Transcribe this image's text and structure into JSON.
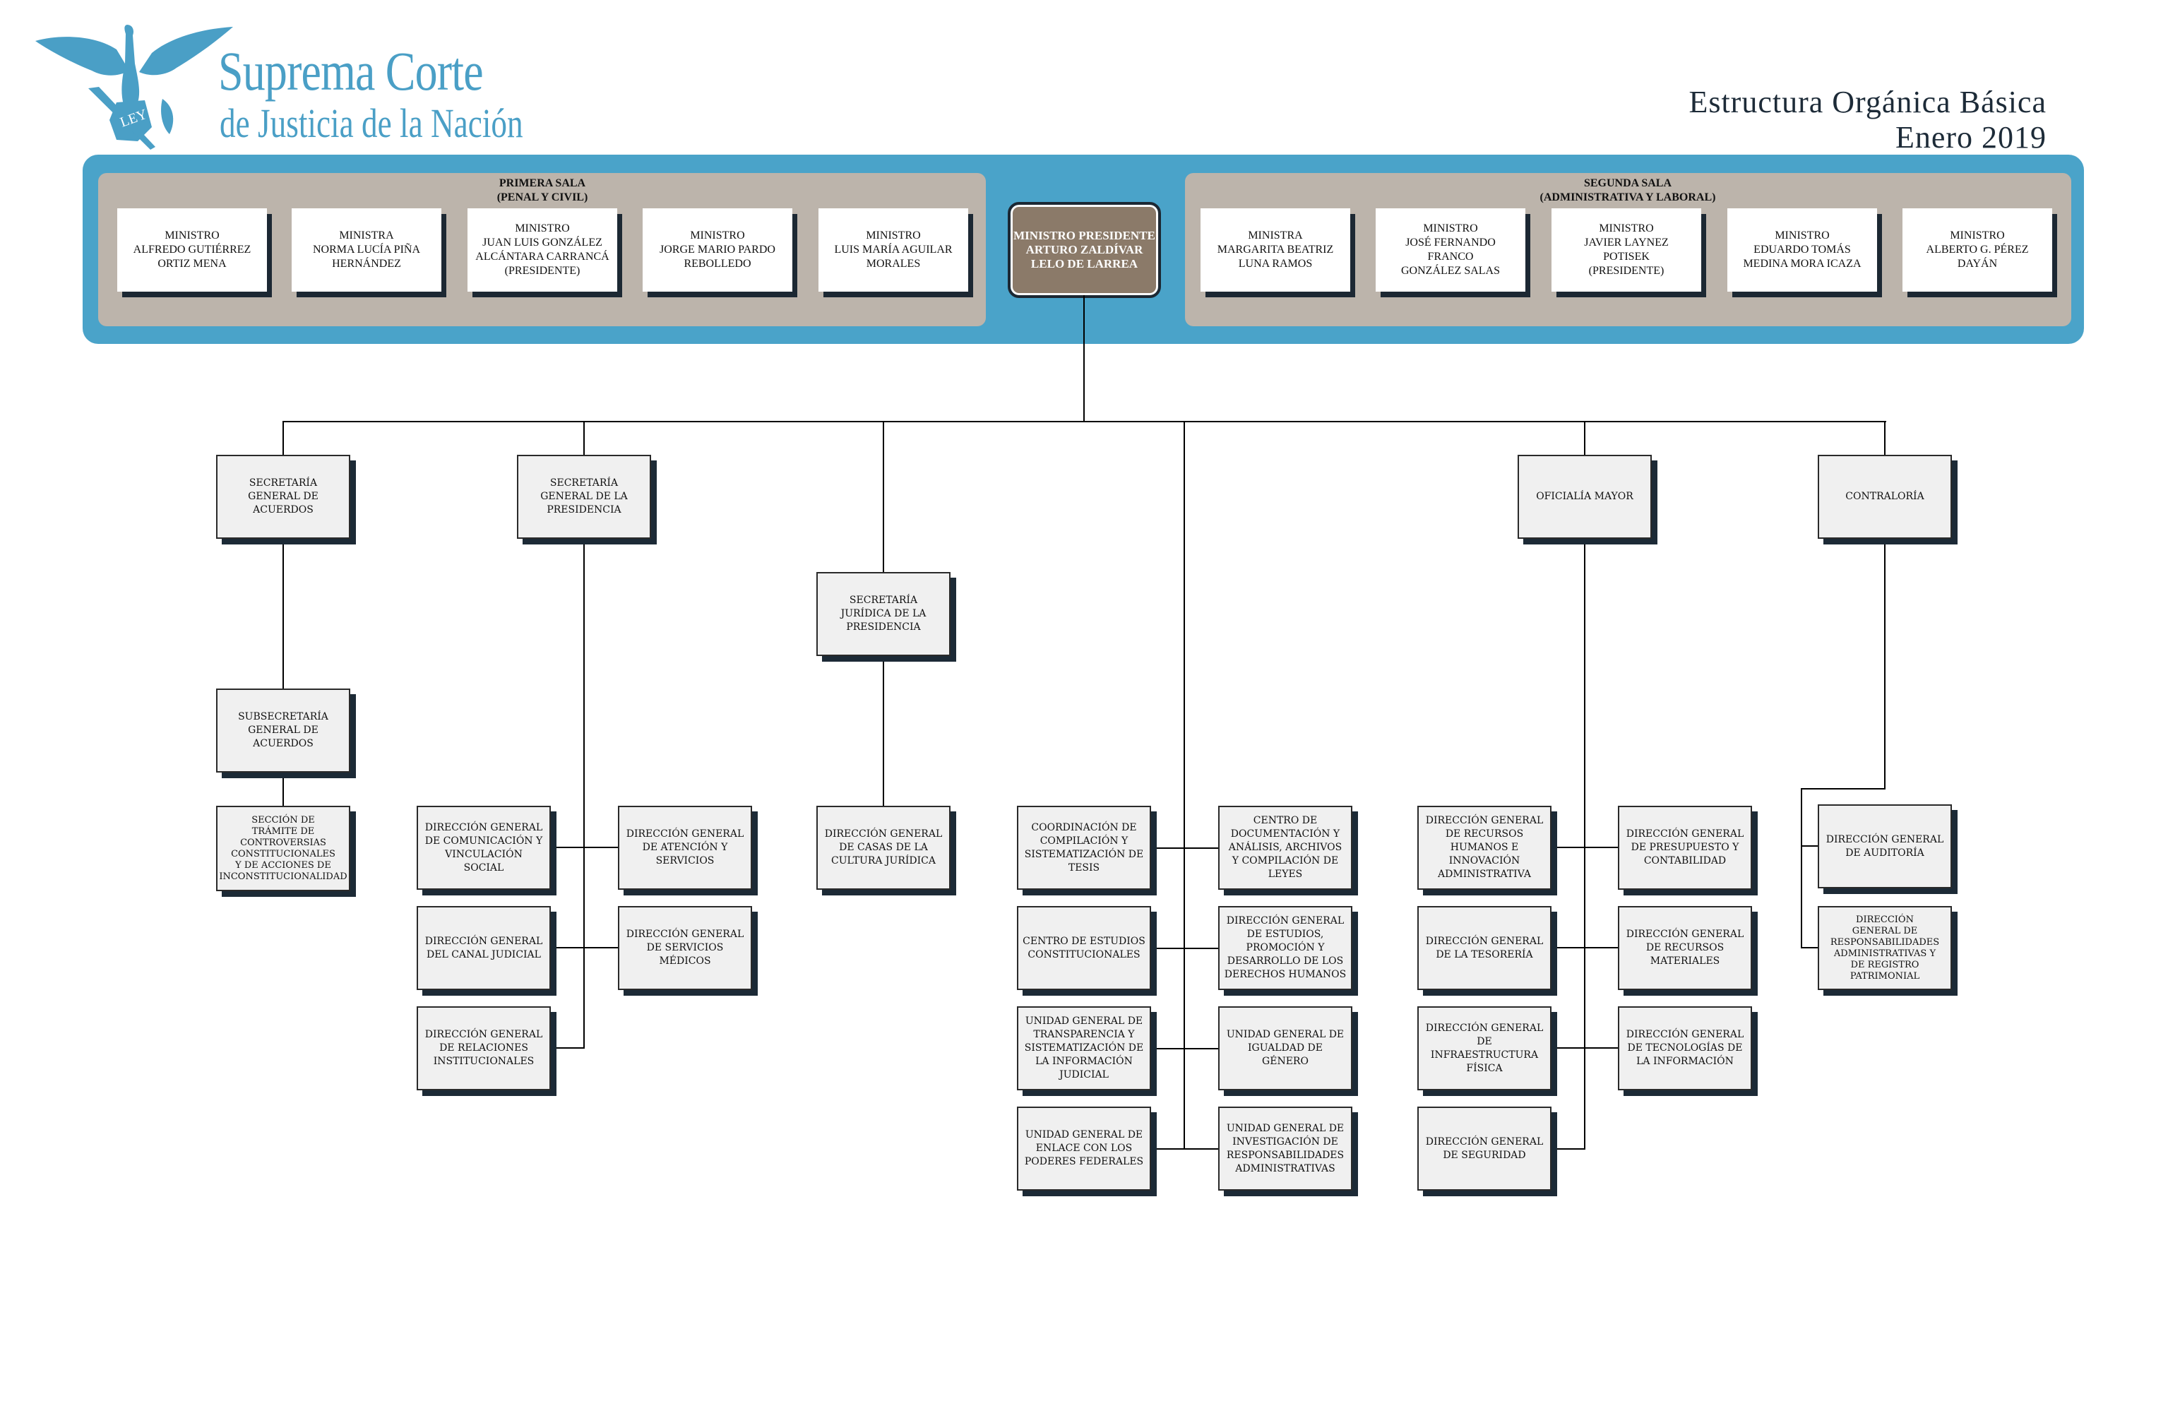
{
  "header": {
    "brand_line1": "Suprema Corte",
    "brand_line2": "de Justicia de la Nación",
    "logo_icon": "eagle-emblem-icon",
    "title_line1": "Estructura Orgánica Básica",
    "title_line2": "Enero 2019"
  },
  "colors": {
    "brand_blue": "#4aa3c9",
    "sala_panel": "#bcb4ab",
    "president_box": "#8b7a69",
    "unit_box": "#f0f0f0",
    "shadow": "#1c2a36"
  },
  "primera_sala": {
    "title": "PRIMERA SALA",
    "subtitle": "(PENAL Y CIVIL)",
    "members": [
      "MINISTRO\nALFREDO GUTIÉRREZ\nORTIZ MENA",
      "MINISTRA\nNORMA LUCÍA PIÑA\nHERNÁNDEZ",
      "MINISTRO\nJUAN LUIS GONZÁLEZ\nALCÁNTARA CARRANCÁ\n(PRESIDENTE)",
      "MINISTRO\nJORGE MARIO PARDO\nREBOLLEDO",
      "MINISTRO\nLUIS MARÍA AGUILAR\nMORALES"
    ]
  },
  "presidente": "MINISTRO PRESIDENTE\nARTURO ZALDÍVAR\nLELO DE LARREA",
  "segunda_sala": {
    "title": "SEGUNDA SALA",
    "subtitle": "(ADMINISTRATIVA Y LABORAL)",
    "members": [
      "MINISTRA\nMARGARITA BEATRIZ\nLUNA RAMOS",
      "MINISTRO\nJOSÉ FERNANDO\nFRANCO\nGONZÁLEZ SALAS",
      "MINISTRO\nJAVIER LAYNEZ\nPOTISEK\n(PRESIDENTE)",
      "MINISTRO\nEDUARDO TOMÁS\nMEDINA MORA ICAZA",
      "MINISTRO\nALBERTO G. PÉREZ\nDAYÁN"
    ]
  },
  "units": {
    "sga": {
      "name": "SECRETARÍA\nGENERAL DE\nACUERDOS",
      "subsecretaria": "SUBSECRETARÍA\nGENERAL DE\nACUERDOS",
      "seccion": "SECCIÓN DE\nTRÁMITE DE\nCONTROVERSIAS\nCONSTITUCIONALES\nY DE ACCIONES DE\nINCONSTITUCIONALIDAD"
    },
    "sgp": {
      "name": "SECRETARÍA\nGENERAL DE LA\nPRESIDENCIA",
      "left": [
        "DIRECCIÓN GENERAL\nDE COMUNICACIÓN Y\nVINCULACIÓN\nSOCIAL",
        "DIRECCIÓN GENERAL\nDEL CANAL JUDICIAL",
        "DIRECCIÓN GENERAL\nDE RELACIONES\nINSTITUCIONALES"
      ],
      "right": [
        "DIRECCIÓN GENERAL\nDE ATENCIÓN Y\nSERVICIOS",
        "DIRECCIÓN GENERAL\nDE SERVICIOS\nMÉDICOS"
      ]
    },
    "sjp": {
      "name": "SECRETARÍA\nJURÍDICA DE LA\nPRESIDENCIA",
      "child": "DIRECCIÓN GENERAL\nDE CASAS DE LA\nCULTURA JURÍDICA"
    },
    "presidency_direct": {
      "left": [
        "COORDINACIÓN DE\nCOMPILACIÓN Y\nSISTEMATIZACIÓN DE\nTESIS",
        "CENTRO DE ESTUDIOS\nCONSTITUCIONALES",
        "UNIDAD GENERAL DE\nTRANSPARENCIA Y\nSISTEMATIZACIÓN DE\nLA INFORMACIÓN\nJUDICIAL",
        "UNIDAD GENERAL DE\nENLACE CON LOS\nPODERES FEDERALES"
      ],
      "right": [
        "CENTRO DE\nDOCUMENTACIÓN Y\nANÁLISIS, ARCHIVOS\nY COMPILACIÓN DE\nLEYES",
        "DIRECCIÓN GENERAL\nDE ESTUDIOS,\nPROMOCIÓN Y\nDESARROLLO DE LOS\nDERECHOS HUMANOS",
        "UNIDAD GENERAL DE\nIGUALDAD DE\nGÉNERO",
        "UNIDAD GENERAL DE\nINVESTIGACIÓN DE\nRESPONSABILIDADES\nADMINISTRATIVAS"
      ]
    },
    "om": {
      "name": "OFICIALÍA MAYOR",
      "left": [
        "DIRECCIÓN GENERAL\nDE RECURSOS\nHUMANOS E\nINNOVACIÓN\nADMINISTRATIVA",
        "DIRECCIÓN GENERAL\nDE LA TESORERÍA",
        "DIRECCIÓN GENERAL\nDE\nINFRAESTRUCTURA\nFÍSICA",
        "DIRECCIÓN GENERAL\nDE SEGURIDAD"
      ],
      "right": [
        "DIRECCIÓN GENERAL\nDE PRESUPUESTO Y\nCONTABILIDAD",
        "DIRECCIÓN GENERAL\nDE RECURSOS\nMATERIALES",
        "DIRECCIÓN GENERAL\nDE TECNOLOGÍAS DE\nLA INFORMACIÓN"
      ]
    },
    "contraloria": {
      "name": "CONTRALORÍA",
      "children": [
        "DIRECCIÓN GENERAL\nDE AUDITORÍA",
        "DIRECCIÓN\nGENERAL DE\nRESPONSABILIDADES\nADMINISTRATIVAS Y\nDE REGISTRO\nPATRIMONIAL"
      ]
    }
  }
}
